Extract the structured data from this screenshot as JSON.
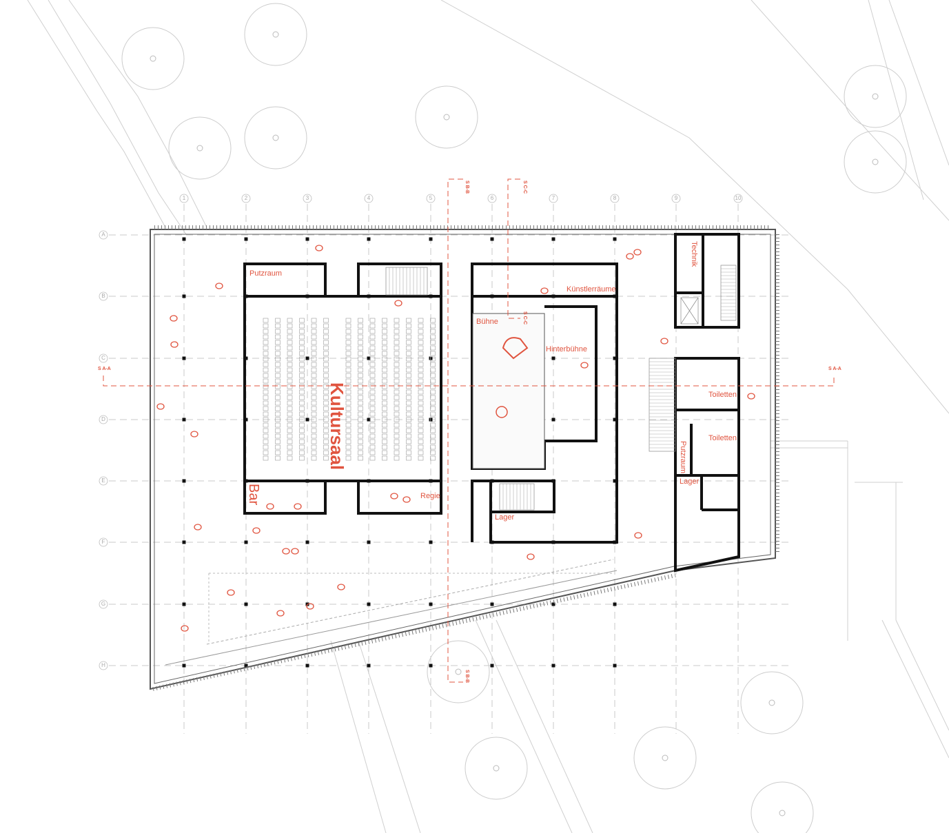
{
  "grid": {
    "columns": [
      "1",
      "2",
      "3",
      "4",
      "5",
      "6",
      "7",
      "8",
      "9",
      "10"
    ],
    "rows": [
      "A",
      "B",
      "C",
      "D",
      "E",
      "F",
      "G",
      "H"
    ]
  },
  "sections": {
    "a": "S A-A",
    "b": "S B-B",
    "c": "S C-C"
  },
  "rooms": {
    "kultursaal": "Kultursaal",
    "bar": "Bar",
    "putzraum_left": "Putzraum",
    "regie": "Regie",
    "buehne": "Bühne",
    "hinterbuehne": "Hinterbühne",
    "kuenstlerraeume": "Künstlerräume",
    "lager_mid": "Lager",
    "technik": "Technik",
    "toiletten_1": "Toiletten",
    "toiletten_2": "Toiletten",
    "putzraum_right": "Putzraum",
    "lager_right": "Lager"
  },
  "colors": {
    "accent": "#e0543f",
    "wall": "#111111",
    "grid": "#c8c8c8"
  }
}
